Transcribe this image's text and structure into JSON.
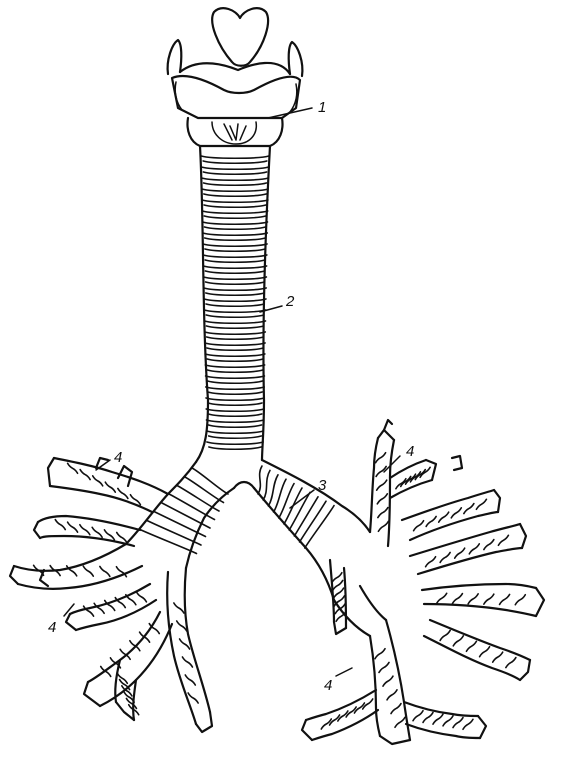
{
  "labels": {
    "larynx": "1",
    "trachea": "2",
    "main_bronchus": "3",
    "bronchi_upper_left": "4",
    "bronchi_lower_left": "4",
    "bronchi_upper_right": "4",
    "bronchi_lower_right": "4"
  }
}
